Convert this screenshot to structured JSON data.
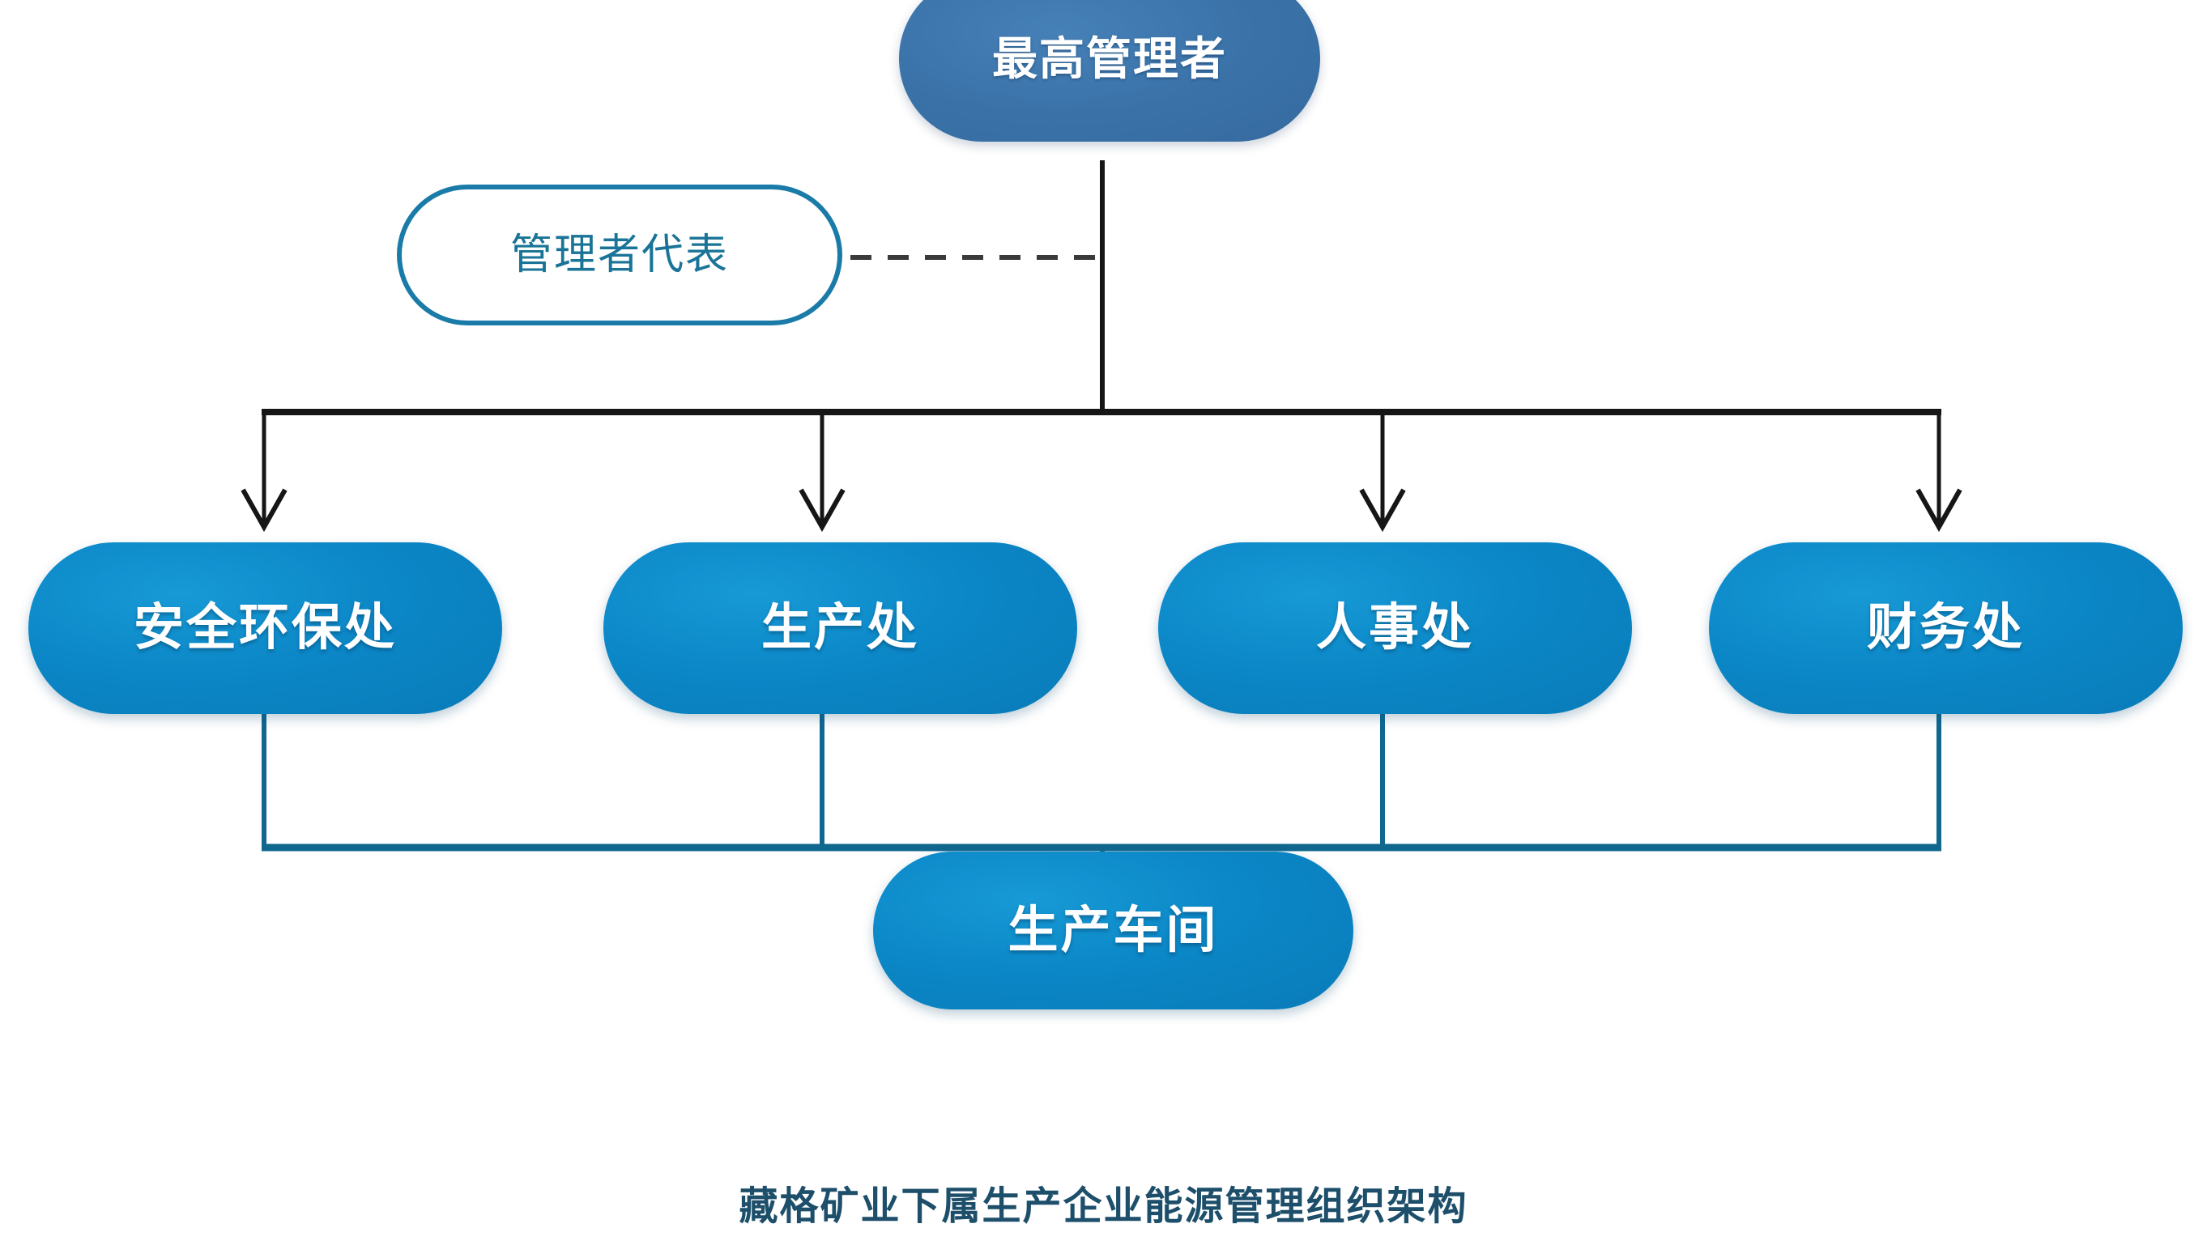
{
  "diagram": {
    "caption": "藏格矿业下属生产企业能源管理组织架构",
    "colors": {
      "top_node_fill": "#3a72a8",
      "department_fill": "#0b86c6",
      "outline_stroke": "#1a7aa8",
      "outline_text": "#1a7497",
      "node_text": "#ffffff",
      "top_bus_line": "#161616",
      "bottom_bus_line": "#11688f",
      "dashed_line": "#3a3a3a",
      "caption_text": "#1d4f6b",
      "background": "#ffffff"
    },
    "nodes": {
      "top": {
        "label": "最高管理者",
        "role": "top-management"
      },
      "representative": {
        "label": "管理者代表",
        "role": "management-representative"
      },
      "workshop": {
        "label": "生产车间",
        "role": "production-workshop"
      }
    },
    "departments": [
      {
        "label": "安全环保处"
      },
      {
        "label": "生产处"
      },
      {
        "label": "人事处"
      },
      {
        "label": "财务处"
      }
    ]
  }
}
